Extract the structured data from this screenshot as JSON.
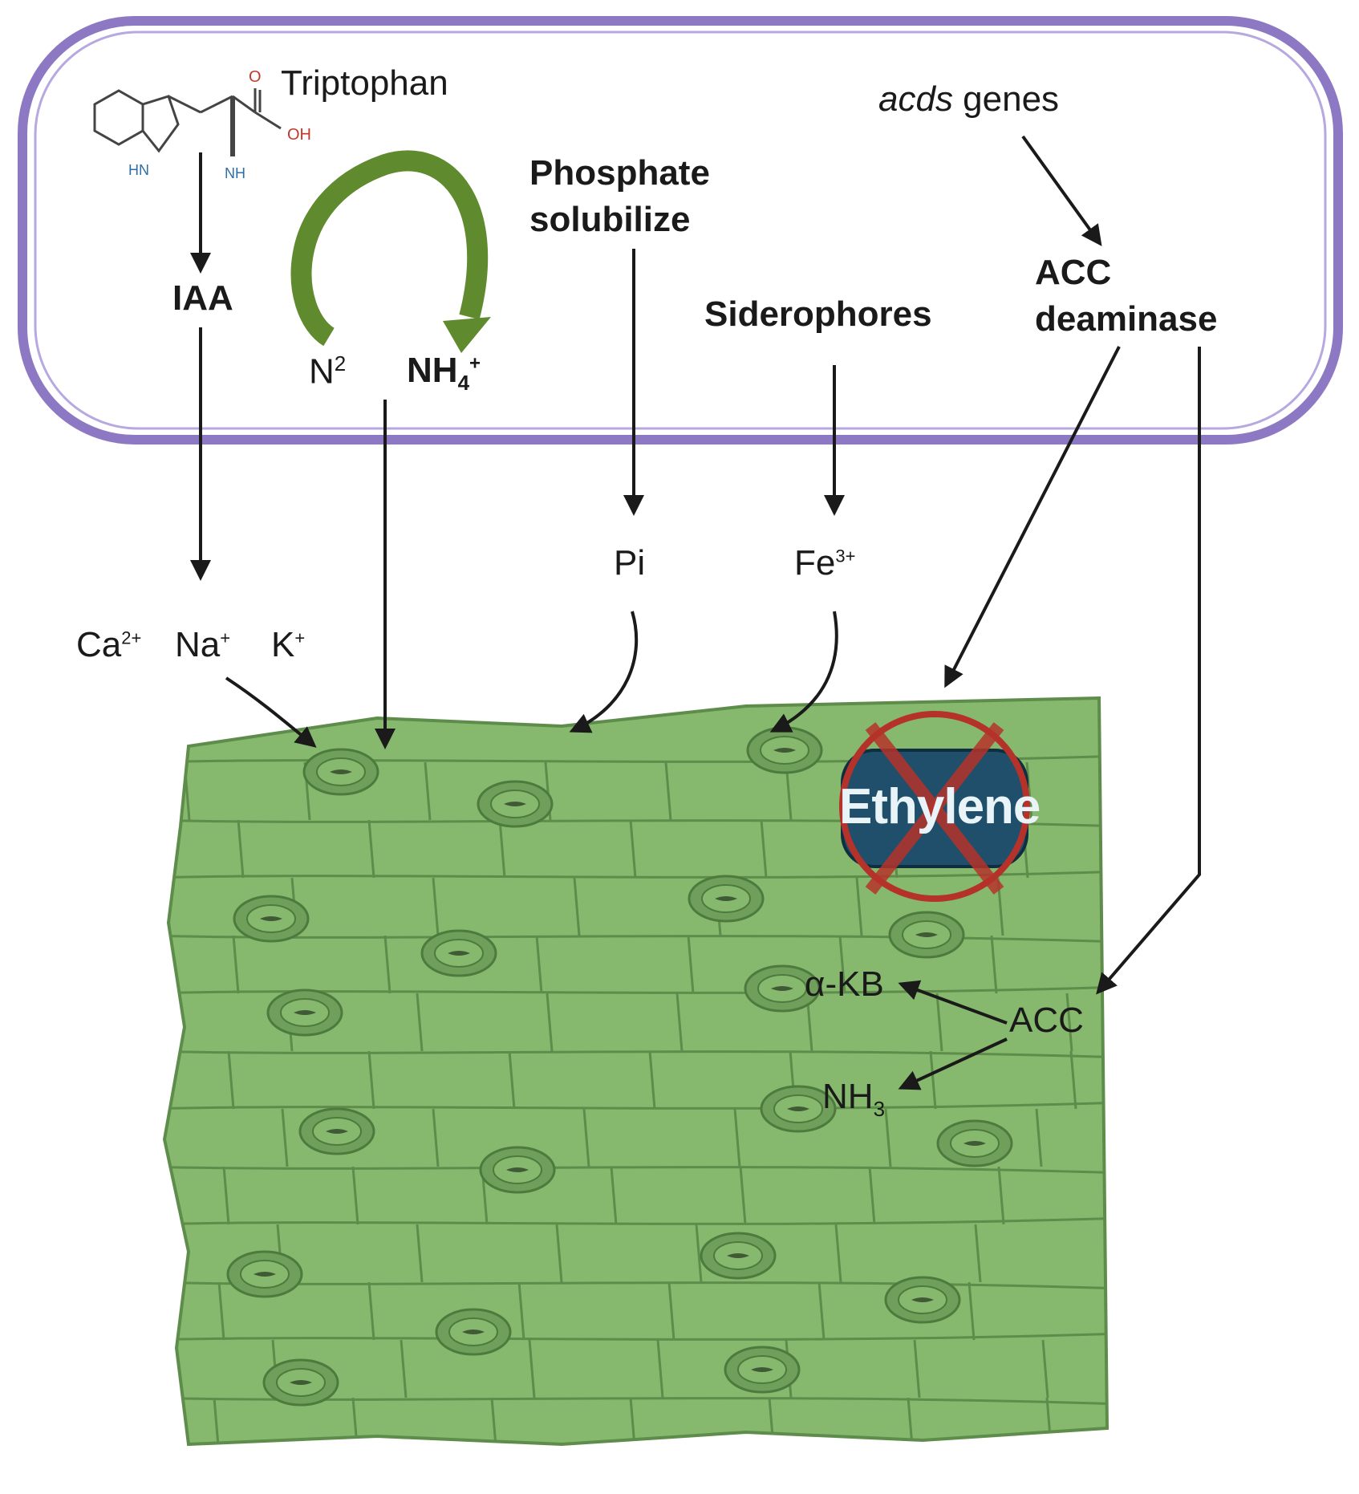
{
  "bacterium": {
    "tryptophan": "Triptophan",
    "iaa": "IAA",
    "n2": "N",
    "n2_sup": "2",
    "nh4": "NH",
    "nh4_sub": "4",
    "nh4_sup": "+",
    "phosphate_line1": "Phosphate",
    "phosphate_line2": "solubilize",
    "siderophores": "Siderophores",
    "acds_italic": "acds",
    "acds_rest": " genes",
    "acc_line1": "ACC",
    "acc_line2": "deaminase",
    "molecule_oh": "OH",
    "molecule_nh": "HN",
    "molecule_nh2": "NH",
    "molecule_o": "O"
  },
  "ions": {
    "ca": "Ca",
    "ca_sup": "2+",
    "na": "Na",
    "na_sup": "+",
    "k": "K",
    "k_sup": "+",
    "pi": "Pi",
    "fe": "Fe",
    "fe_sup": "3+"
  },
  "leaf": {
    "ethylene": "Ethylene",
    "akb": "α-KB",
    "acc": "ACC",
    "nh3": "NH",
    "nh3_sub": "3"
  },
  "colors": {
    "membrane": "#8d78c4",
    "leaf_fill": "#86b86d",
    "leaf_line": "#5e8c4b",
    "stoma": "#6f9f5a",
    "cycle_arrow": "#5f8a2e",
    "ethylene_box": "#1f4f6a",
    "forbidden": "#b5322a"
  }
}
